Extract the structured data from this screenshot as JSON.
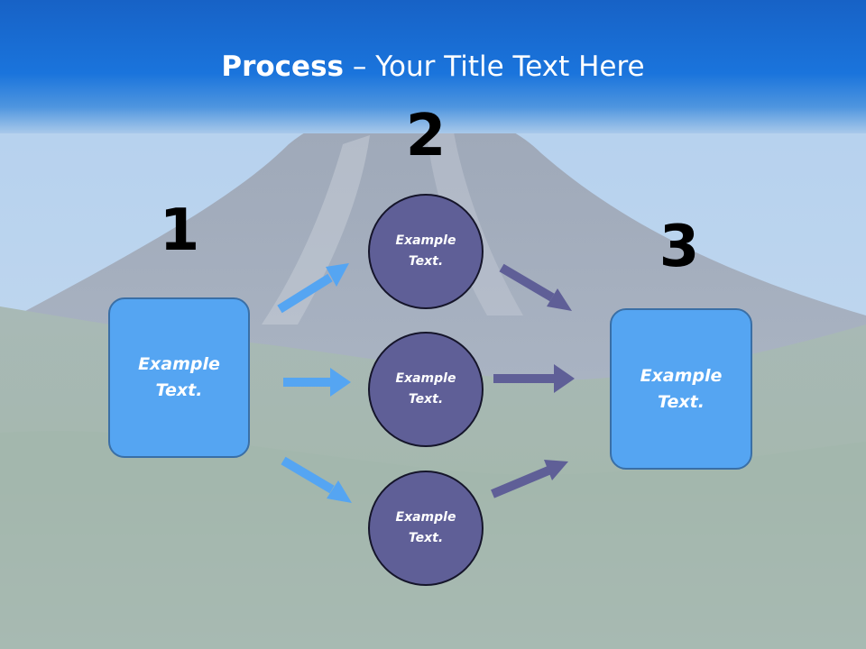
{
  "title": {
    "bold": "Process",
    "rest": " – Your Title Text Here"
  },
  "steps": {
    "one": "1",
    "two": "2",
    "three": "3"
  },
  "nodes": {
    "left_box": "Example Text.",
    "circle_top": "Example Text.",
    "circle_middle": "Example Text.",
    "circle_bottom": "Example Text.",
    "right_box": "Example Text."
  },
  "colors": {
    "header_blue": "#1268d0",
    "sky": "#b6d2ec",
    "box_fill": "#55a5f2",
    "circle_fill": "#5f5f97",
    "arrow_light": "#55a5f2",
    "arrow_dark": "#5f5f97"
  }
}
